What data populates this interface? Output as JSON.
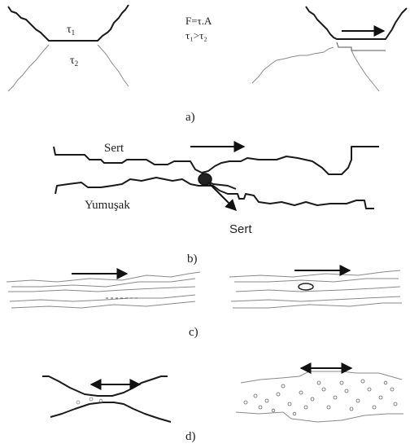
{
  "panel_a": {
    "label": "a)",
    "tau1": "τ",
    "tau1_sub": "1",
    "tau2": "τ",
    "tau2_sub": "2",
    "formula": "F=τ.A",
    "inequality": "τ₁>τ₂"
  },
  "panel_b": {
    "label": "b)",
    "upper_material": "Sert",
    "lower_material": "Yumuşak",
    "particle_material": "Sert"
  },
  "panel_c": {
    "label": "c)"
  },
  "panel_d": {
    "label": "d)"
  },
  "colors": {
    "line": "#1a1a1a",
    "light_line": "#8a8a8a",
    "background": "#ffffff"
  }
}
